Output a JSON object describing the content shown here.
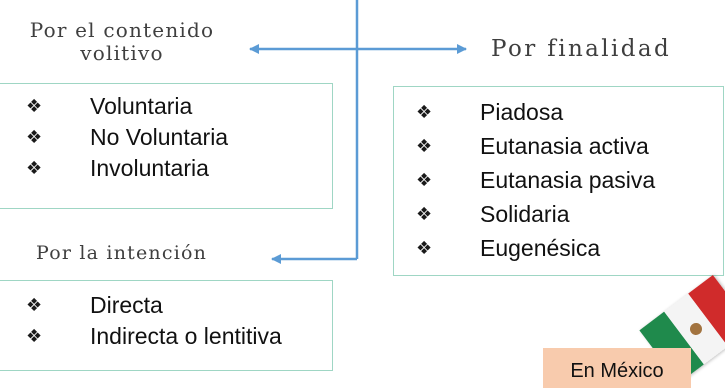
{
  "headings": {
    "volitivo": [
      "Por el contenido",
      "volitivo"
    ],
    "finalidad": "Por finalidad",
    "intencion": "Por la intención"
  },
  "boxes": {
    "volitivo": [
      "Voluntaria",
      "No Voluntaria",
      "Involuntaria"
    ],
    "finalidad": [
      "Piadosa",
      "Eutanasia activa",
      "Eutanasia pasiva",
      "Solidaria",
      "Eugenésica"
    ],
    "intencion": [
      "Directa",
      "Indirecta o lentitiva"
    ]
  },
  "bullet_glyph": "❖",
  "note": "En México",
  "colors": {
    "connector": "#5b9bd5",
    "box_border": "#9fd6c4",
    "note_background": "#f8cbad",
    "flag_green": "#1f8a4c",
    "flag_white": "#f4f4f4",
    "flag_red": "#d02b2b"
  },
  "flag_icon": "mexico-flag-icon"
}
